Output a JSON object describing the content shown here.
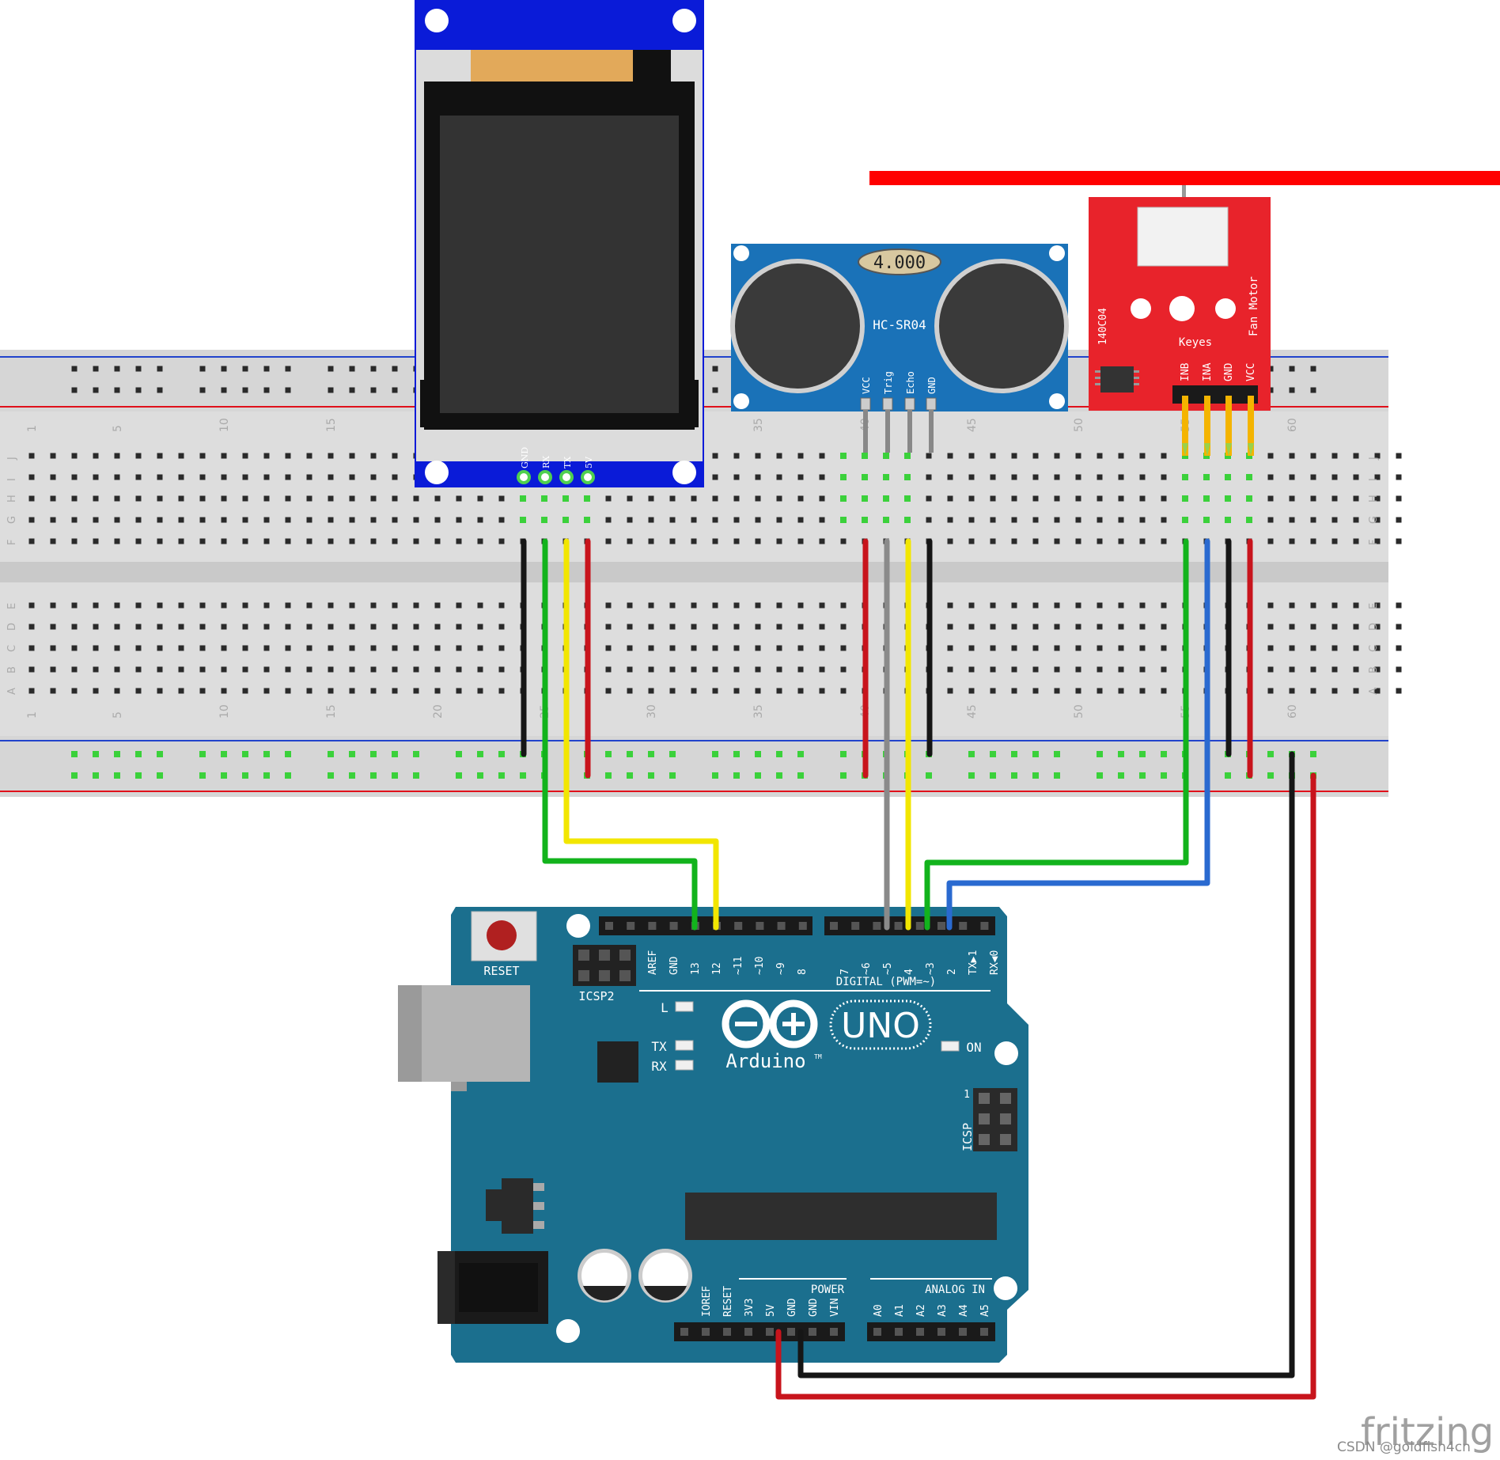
{
  "colors": {
    "board_teal": "#1b6f8e",
    "breadboard": "#dddddd",
    "rail_red": "#e0101a",
    "rail_blue": "#2244cc",
    "tft_blue": "#0a1bd8",
    "sensor_blue": "#1a72b8",
    "fan_red": "#e8232b",
    "wire_green": "#12b31c",
    "wire_yellow": "#f2e600",
    "wire_red": "#c8141c",
    "wire_black": "#161616",
    "wire_gray": "#8a8a8a",
    "wire_blue": "#2a6ad0",
    "wire_orange": "#f4b400"
  },
  "breadboard": {
    "row_letters_top": [
      "J",
      "I",
      "H",
      "G",
      "F"
    ],
    "row_letters_bottom": [
      "E",
      "D",
      "C",
      "B",
      "A"
    ],
    "column_numbers": [
      "1",
      "5",
      "10",
      "15",
      "20",
      "25",
      "30",
      "35",
      "40",
      "45",
      "50",
      "55",
      "60"
    ]
  },
  "tft": {
    "pins": [
      "GND",
      "RX",
      "TX",
      "5V"
    ]
  },
  "sensor": {
    "crystal": "4.000",
    "model": "HC-SR04",
    "pins": [
      "VCC",
      "Trig",
      "Echo",
      "GND"
    ]
  },
  "fan": {
    "chip_label": "140C04",
    "brand": "Keyes",
    "title": "Fan Motor",
    "pins": [
      "INB",
      "INA",
      "GND",
      "VCC"
    ]
  },
  "arduino": {
    "reset_label": "RESET",
    "icsp2_label": "ICSP2",
    "icsp_label": "ICSP",
    "icsp_pin1": "1",
    "digital_pins": [
      "AREF",
      "GND",
      "13",
      "12",
      "~11",
      "~10",
      "~9",
      "8",
      "7",
      "~6",
      "~5",
      "4",
      "~3",
      "2",
      "TX▶1",
      "RX◀0"
    ],
    "digital_header": "DIGITAL (PWM=~)",
    "led_l": "L",
    "led_tx": "TX",
    "led_rx": "RX",
    "uno_label": "UNO",
    "brand": "Arduino",
    "trademark": "TM",
    "on_label": "ON",
    "power_header": "POWER",
    "analog_header": "ANALOG IN",
    "power_pins": [
      "IOREF",
      "RESET",
      "3V3",
      "5V",
      "GND",
      "GND",
      "VIN"
    ],
    "analog_pins": [
      "A0",
      "A1",
      "A2",
      "A3",
      "A4",
      "A5"
    ]
  },
  "footer": {
    "fritzing": "fritzing",
    "watermark": "CSDN @goldfish4cn"
  }
}
